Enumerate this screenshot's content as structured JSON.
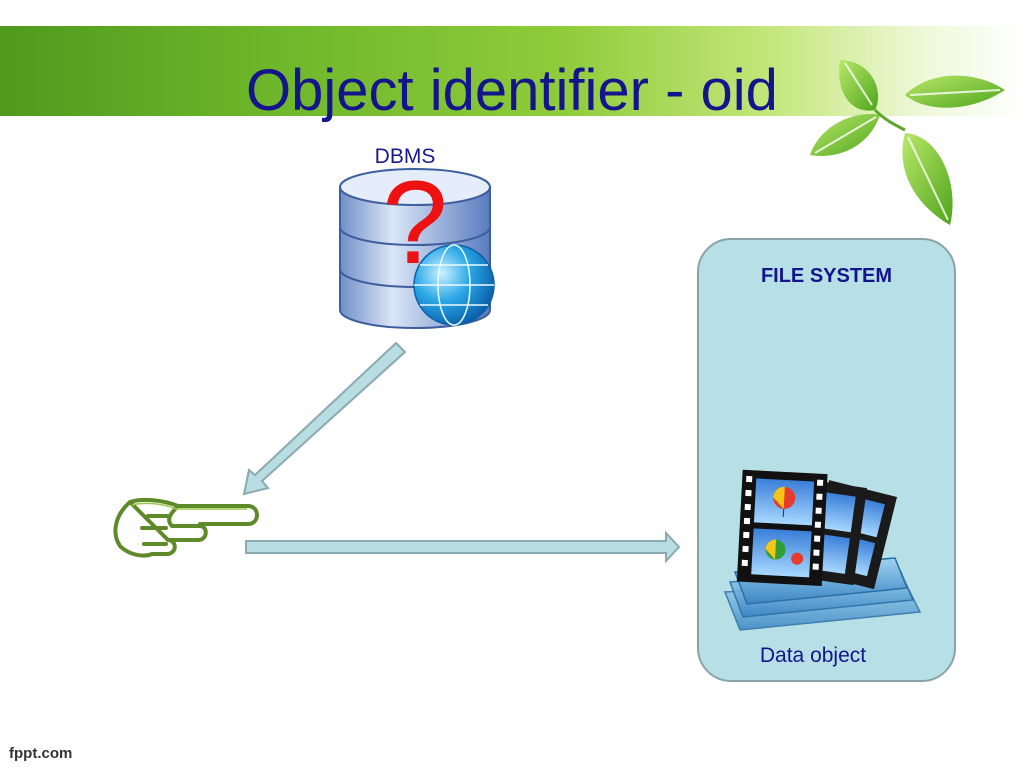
{
  "slide": {
    "title": "Object identifier - oid",
    "footer": "fppt.com"
  },
  "diagram": {
    "dbms_label": "DBMS",
    "question_mark": "?",
    "file_system_label": "FILE SYSTEM",
    "data_object_label": "Data object"
  },
  "icons": [
    "database-icon",
    "globe-icon",
    "pointing-hand-icon",
    "film-stack-icon",
    "leaves-icon"
  ],
  "colors": {
    "title": "#14148c",
    "banner_green": "#6cb52a",
    "question_mark": "#ee1111",
    "file_system_fill": "#b7e0e6",
    "arrow_fill": "#b8dde3"
  }
}
